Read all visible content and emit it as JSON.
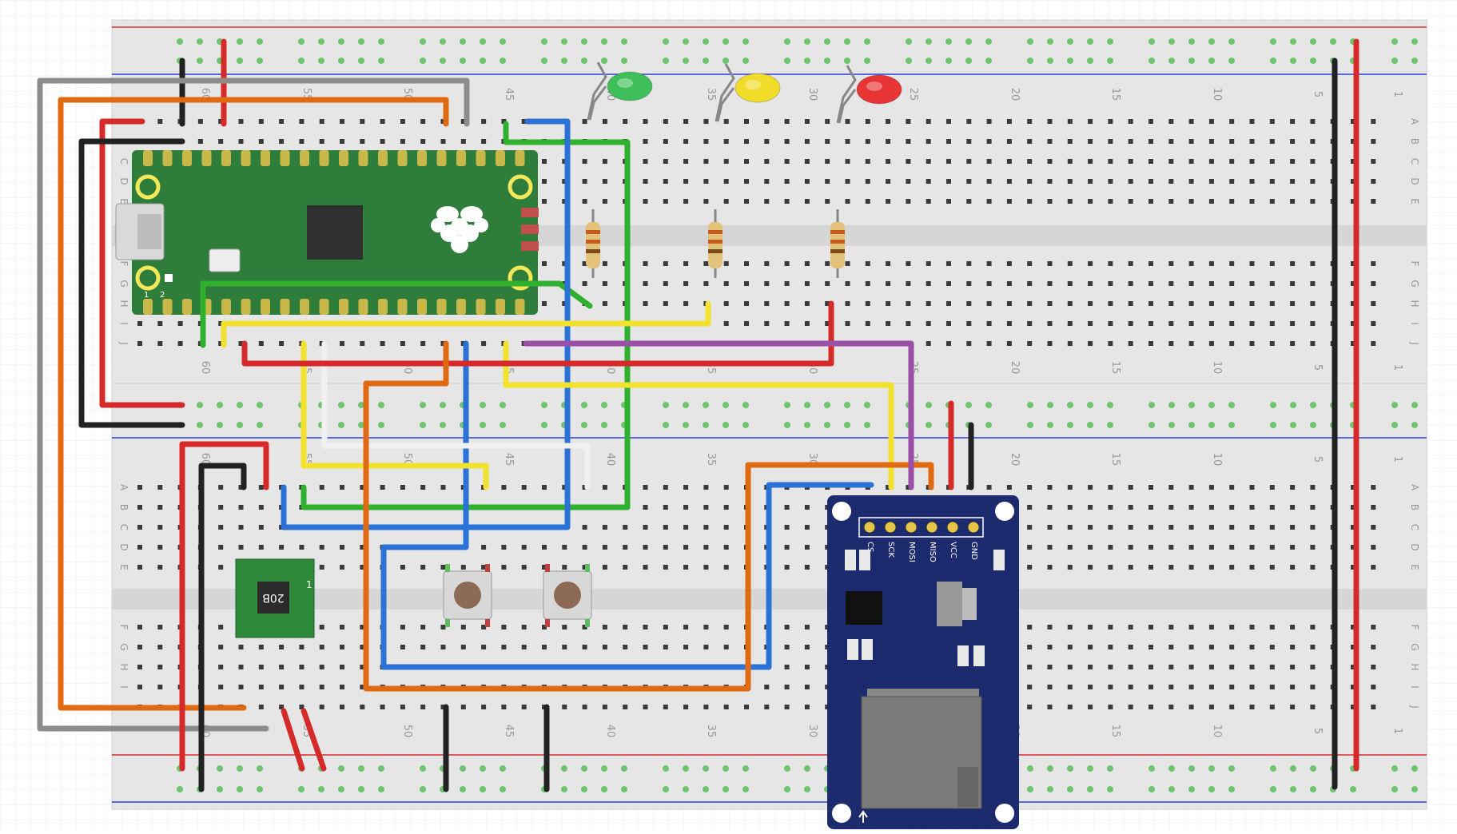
{
  "breadboard": {
    "column_numbers": [
      "60",
      "55",
      "50",
      "45",
      "40",
      "35",
      "30",
      "25",
      "20",
      "15",
      "10",
      "5",
      "1"
    ],
    "row_letters_top": [
      "A",
      "B",
      "C",
      "D",
      "E"
    ],
    "row_letters_bottom": [
      "F",
      "G",
      "H",
      "I",
      "J"
    ]
  },
  "pico": {
    "pin_1": "1",
    "pin_2": "2"
  },
  "sd_module": {
    "pins": [
      "CS",
      "SCK",
      "MOSI",
      "MISO",
      "VCC",
      "GND"
    ]
  },
  "ic_chip": {
    "marking": "20B",
    "pin1": "1"
  },
  "leds": [
    {
      "name": "green-led",
      "color": "#3fbf5a"
    },
    {
      "name": "yellow-led",
      "color": "#f2dc2a"
    },
    {
      "name": "red-led",
      "color": "#e83434"
    }
  ],
  "colors": {
    "board": "#e6e6e6",
    "rail_red": "#d62a2a",
    "rail_blue": "#2a3fd6",
    "hole_green": "#6fc46f",
    "pico_pcb": "#2e7d3a",
    "sd_pcb": "#1c2a6e"
  }
}
